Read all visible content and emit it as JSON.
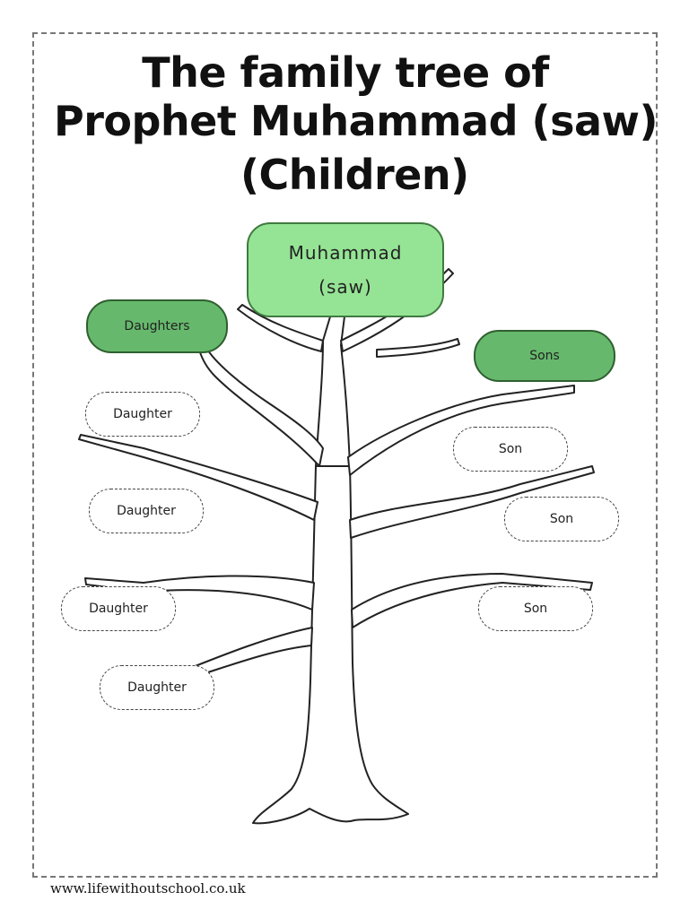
{
  "title": {
    "line1": "The family tree of",
    "line2": "Prophet Muhammad (saw)",
    "line3": "(Children)"
  },
  "root": {
    "name": "Muhammad",
    "honorific": "(saw)"
  },
  "groups": {
    "daughters": "Daughters",
    "sons": "Sons"
  },
  "daughters": [
    "Daughter",
    "Daughter",
    "Daughter",
    "Daughter"
  ],
  "sons": [
    "Son",
    "Son",
    "Son"
  ],
  "footer": "www.lifewithoutschool.co.uk",
  "colors": {
    "root_fill": "#95e495",
    "group_fill": "#66b96c",
    "outline": "#222222"
  }
}
